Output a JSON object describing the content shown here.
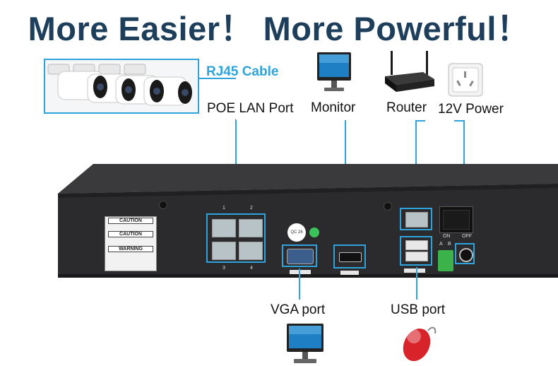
{
  "headline": "More Easier！ More Powerful！",
  "labels": {
    "rj45_cable": "RJ45 Cable",
    "poe_lan_port": "POE LAN Port",
    "monitor": "Monitor",
    "router": "Router",
    "power": "12V Power",
    "vga_port": "VGA port",
    "usb_port": "USB port"
  },
  "panel": {
    "caution_title": "CAUTION",
    "caution_title2": "CAUTION",
    "warning_title": "WARNING",
    "port_numbers": [
      "1",
      "2",
      "3",
      "4"
    ],
    "switch_on": "ON",
    "switch_off": "OFF",
    "terminal_a": "A",
    "terminal_b": "B",
    "qc_label": "QC 26"
  },
  "colors": {
    "accent": "#2ea3dc",
    "headline": "#1d3f5c",
    "device_body": "#2b2b2d"
  },
  "icons": [
    "camera-icon",
    "monitor-icon",
    "router-icon",
    "power-socket-icon",
    "mouse-icon"
  ]
}
